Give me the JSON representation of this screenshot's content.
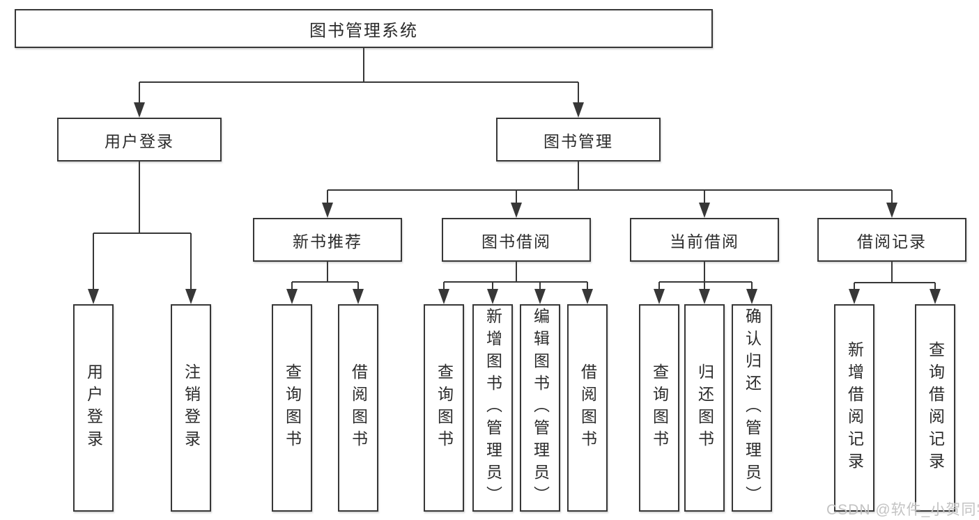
{
  "diagram_type": "hierarchy-tree",
  "colors": {
    "line": "#373737",
    "box_border": "#373737",
    "box_fill": "#ffffff",
    "text": "#2b2b2b",
    "background": "#ffffff",
    "watermark": "#c3c3c3"
  },
  "tree": {
    "root": {
      "label": "图书管理系统"
    },
    "children": [
      {
        "label": "用户登录",
        "children": [
          {
            "label": "用户登录"
          },
          {
            "label": "注销登录"
          }
        ]
      },
      {
        "label": "图书管理",
        "children": [
          {
            "label": "新书推荐",
            "children": [
              {
                "label": "查询图书"
              },
              {
                "label": "借阅图书"
              }
            ]
          },
          {
            "label": "图书借阅",
            "children": [
              {
                "label": "查询图书"
              },
              {
                "label": "新增图书（管理员）"
              },
              {
                "label": "编辑图书（管理员）"
              },
              {
                "label": "借阅图书"
              }
            ]
          },
          {
            "label": "当前借阅",
            "children": [
              {
                "label": "查询图书"
              },
              {
                "label": "归还图书"
              },
              {
                "label": "确认归还（管理员）"
              }
            ]
          },
          {
            "label": "借阅记录",
            "children": [
              {
                "label": "新增借阅记录"
              },
              {
                "label": "查询借阅记录"
              }
            ]
          }
        ]
      }
    ]
  },
  "watermark": {
    "text": "CSDN @软件_小贺同学"
  }
}
